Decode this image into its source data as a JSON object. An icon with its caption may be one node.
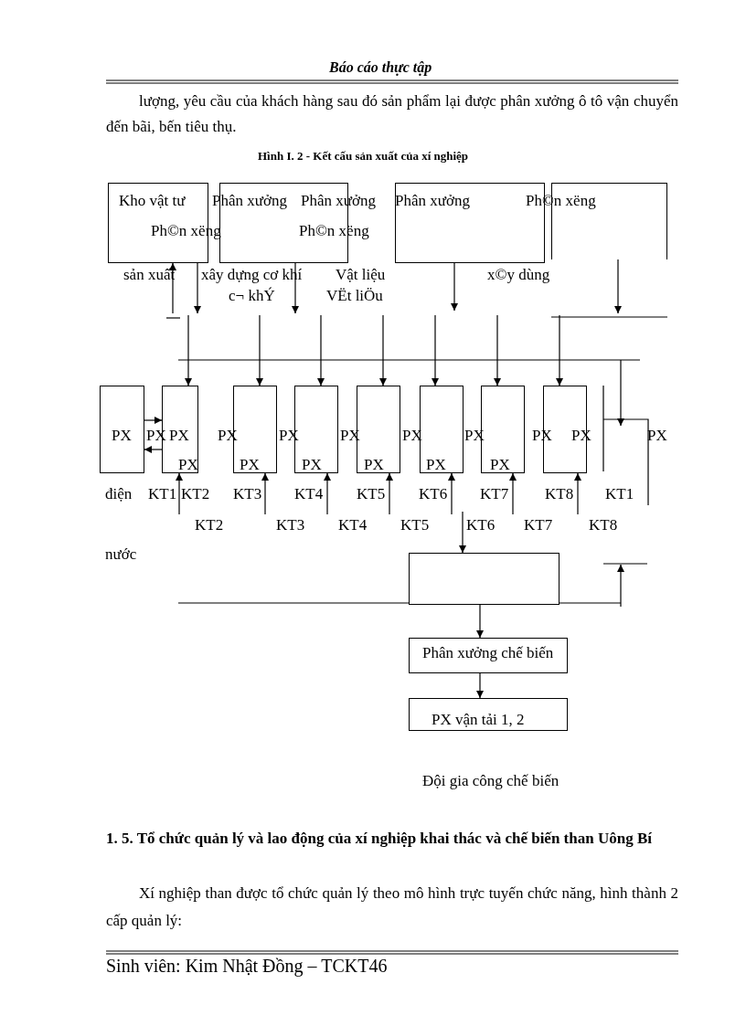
{
  "diagram": {
    "title": "Hình I. 2 - Kết cấu sản xuất của xí nghiệp",
    "nodes": [
      {
        "text": [],
        "shape": "box"
      },
      {
        "text": [],
        "shape": "box"
      },
      {
        "text": [],
        "shape": "box"
      },
      {
        "text": [],
        "shape": "box"
      },
      {
        "text": [],
        "shape": "box"
      },
      {
        "text": [],
        "shape": "box"
      },
      {
        "text": [],
        "shape": "box"
      },
      {
        "text": [],
        "shape": "box"
      },
      {
        "text": [],
        "shape": "box"
      },
      {
        "text": [],
        "shape": "box"
      },
      {
        "text": [],
        "shape": "box"
      },
      {
        "text": [],
        "shape": "box"
      },
      {
        "text": [],
        "shape": "box"
      },
      {
        "text": [
          "Phân xưởng chế biến"
        ]
      },
      {
        "text": [
          "PX vận tải 1, 2"
        ]
      }
    ],
    "edges": [
      {
        "from": null,
        "to": 0,
        "arrow": "to"
      },
      {
        "from": 0,
        "to": null,
        "arrow": "to"
      },
      {
        "from": 1,
        "to": null,
        "arrow": "to"
      },
      {
        "from": 2,
        "to": null,
        "arrow": "to"
      },
      {
        "from": 3,
        "to": null,
        "arrow": "to"
      },
      {
        "from": null,
        "to": 5,
        "arrow": "to"
      },
      {
        "from": null,
        "to": 6,
        "arrow": "to"
      },
      {
        "from": null,
        "to": 7,
        "arrow": "to"
      },
      {
        "from": null,
        "to": 8,
        "arrow": "to"
      },
      {
        "from": null,
        "to": 9,
        "arrow": "to"
      },
      {
        "from": null,
        "to": 10,
        "arrow": "to"
      },
      {
        "from": null,
        "to": 11,
        "arrow": "to"
      },
      {
        "from": 4,
        "to": 5,
        "arrow": "to"
      },
      {
        "from": 5,
        "to": 4,
        "arrow": "to"
      },
      {
        "from": null,
        "to": 5,
        "arrow": "to"
      },
      {
        "from": null,
        "to": 6,
        "arrow": "to"
      },
      {
        "from": null,
        "to": 7,
        "arrow": "to"
      },
      {
        "from": null,
        "to": 8,
        "arrow": "to"
      },
      {
        "from": null,
        "to": 9,
        "arrow": "to"
      },
      {
        "from": null,
        "to": 10,
        "arrow": "to"
      },
      {
        "from": null,
        "to": 11,
        "arrow": "to"
      },
      {
        "from": null,
        "to": 12,
        "arrow": "to"
      },
      {
        "from": 12,
        "to": 13,
        "arrow": "to"
      },
      {
        "from": 13,
        "to": 14,
        "arrow": "to"
      }
    ],
    "labels": [
      "Báo cáo thực tập",
      "lượng, yêu cầu của khách hàng sau đó sản phẩm lại được phân xưởng ô tô vận chuyển đến bãi, bến tiêu thụ.",
      "Kho vật tư",
      "Phân xưởng",
      "Phân xưởng",
      "Phân xưởng",
      "Ph©n xëng",
      "Ph©n xëng",
      "Ph©n xëng",
      "sản xuất",
      "xây dựng cơ khí",
      "Vật liệu",
      "x©y dùng",
      "c¬ khÝ",
      "VËt liÖu",
      "PX",
      "PX",
      "PX",
      "PX",
      "PX",
      "PX",
      "PX",
      "PX",
      "PX",
      "PX",
      "PX",
      "PX",
      "PX",
      "PX",
      "PX",
      "PX",
      "PX",
      "điện",
      "KT1",
      "KT2",
      "KT3",
      "KT4",
      "KT5",
      "KT6",
      "KT7",
      "KT8",
      "KT1",
      "KT2",
      "KT3",
      "KT4",
      "KT5",
      "KT6",
      "KT7",
      "KT8",
      "nước",
      "Đội gia công chế biến",
      "1. 5. Tổ chức quản lý và lao động của xí nghiệp khai thác và chế biến than Uông Bí",
      "Xí nghiệp than được tổ chức quản lý theo mô hình trực tuyến chức năng, hình thành 2 cấp quản lý:",
      "Sinh viên: Kim Nhật Đồng – TCKT46"
    ]
  }
}
